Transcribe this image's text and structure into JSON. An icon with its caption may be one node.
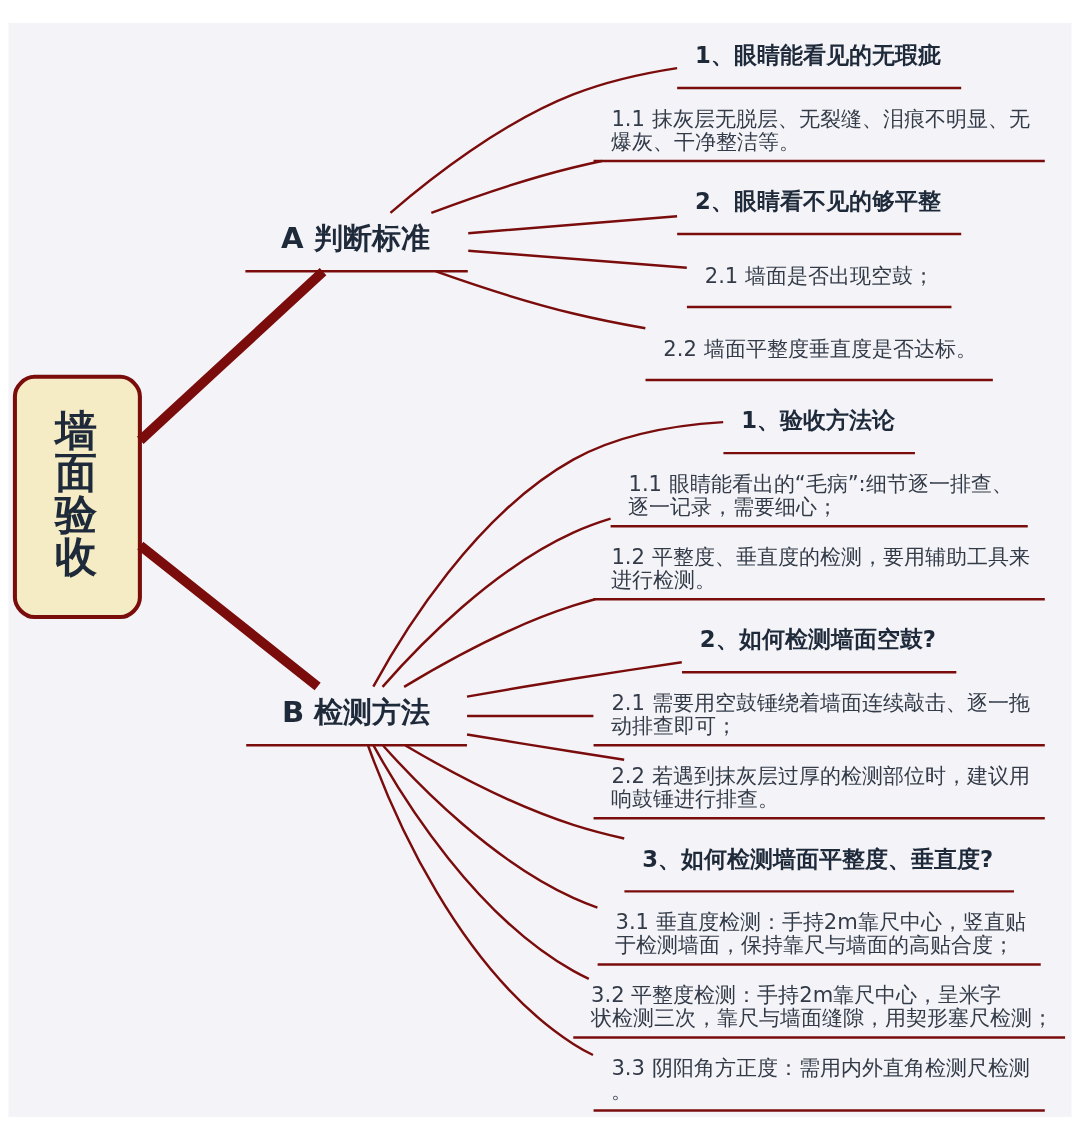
{
  "diagram": {
    "nodes": [
      {
        "text": [
          "墙面验收"
        ]
      },
      {
        "text": [
          "A 判断标准"
        ]
      },
      {
        "text": [
          "B 检测方法"
        ]
      },
      {
        "text": [
          "1、眼睛能看见的无瑕疵"
        ]
      },
      {
        "text": [
          "1.1 抹灰层无脱层、无裂缝、泪痕不明显、无爆灰、干净整洁等。"
        ]
      },
      {
        "text": [
          "2、眼睛看不见的够平整"
        ]
      },
      {
        "text": [
          "2.1 墙面是否出现空鼓；"
        ]
      },
      {
        "text": [
          "2.2 墙面平整度垂直度是否达标。"
        ]
      },
      {
        "text": [
          "1、验收方法论"
        ]
      },
      {
        "text": [
          "1.1 眼睛能看出的“毛病”:细节逐一排查、逐一记录，需要细心；"
        ]
      },
      {
        "text": [
          "1.2 平整度、垂直度的检测，要用辅助工具来进行检测。"
        ]
      },
      {
        "text": [
          "2、如何检测墙面空鼓?"
        ]
      },
      {
        "text": [
          "2.1 需要用空鼓锤绕着墙面连续敲击、逐一拖动排查即可；"
        ]
      },
      {
        "text": [
          "2.2 若遇到抹灰层过厚的检测部位时，建议用响鼓锤进行排查。"
        ]
      },
      {
        "text": [
          "3、如何检测墙面平整度、垂直度?"
        ]
      },
      {
        "text": [
          "3.1 垂直度检测：手持2m靠尺中心，竖直贴于检测墙面，保持靠尺与墙面的高贴合度；"
        ]
      },
      {
        "text": [
          "3.2 平整度检测：手持2m靠尺中心，呈米字状检测三次，靠尺与墙面缝隙，用契形塞尺检测；"
        ]
      },
      {
        "text": [
          "3.3 阴阳角方正度：需用内外直角检测尺检测。"
        ]
      }
    ],
    "edges": [
      {
        "from": 0,
        "to": 1,
        "arrow": "none",
        "style": "thick"
      },
      {
        "from": 0,
        "to": 2,
        "arrow": "none",
        "style": "thick"
      },
      {
        "from": 1,
        "to": 3,
        "arrow": "none"
      },
      {
        "from": 1,
        "to": 4,
        "arrow": "none"
      },
      {
        "from": 1,
        "to": 5,
        "arrow": "none"
      },
      {
        "from": 1,
        "to": 6,
        "arrow": "none"
      },
      {
        "from": 1,
        "to": 7,
        "arrow": "none"
      },
      {
        "from": 2,
        "to": 8,
        "arrow": "none"
      },
      {
        "from": 2,
        "to": 9,
        "arrow": "none"
      },
      {
        "from": 2,
        "to": 10,
        "arrow": "none"
      },
      {
        "from": 2,
        "to": 11,
        "arrow": "none"
      },
      {
        "from": 2,
        "to": 12,
        "arrow": "none"
      },
      {
        "from": 2,
        "to": 13,
        "arrow": "none"
      },
      {
        "from": 2,
        "to": 14,
        "arrow": "none"
      },
      {
        "from": 2,
        "to": 15,
        "arrow": "none"
      },
      {
        "from": 2,
        "to": 16,
        "arrow": "none"
      },
      {
        "from": 2,
        "to": 17,
        "arrow": "none"
      }
    ]
  }
}
